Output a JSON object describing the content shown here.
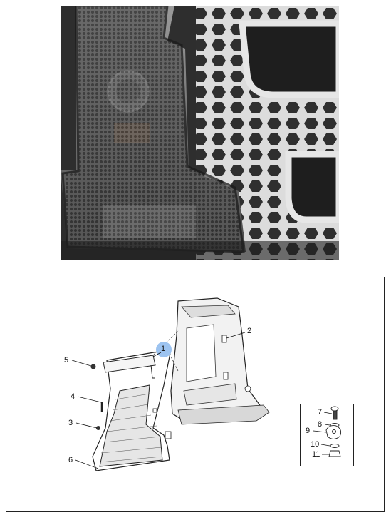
{
  "photo": {
    "alt": ""
  },
  "diagram": {
    "callouts": [
      {
        "id": "c1",
        "text": "1"
      },
      {
        "id": "c2",
        "text": "2"
      },
      {
        "id": "c3",
        "text": "3"
      },
      {
        "id": "c4",
        "text": "4"
      },
      {
        "id": "c5",
        "text": "5"
      },
      {
        "id": "c6",
        "text": "6"
      }
    ],
    "inset_callouts": [
      {
        "id": "c7",
        "text": "7"
      },
      {
        "id": "c8",
        "text": "8"
      },
      {
        "id": "c9",
        "text": "9"
      },
      {
        "id": "c10",
        "text": "10"
      },
      {
        "id": "c11",
        "text": "11"
      }
    ],
    "highlight_color": "#9cc3f0"
  }
}
